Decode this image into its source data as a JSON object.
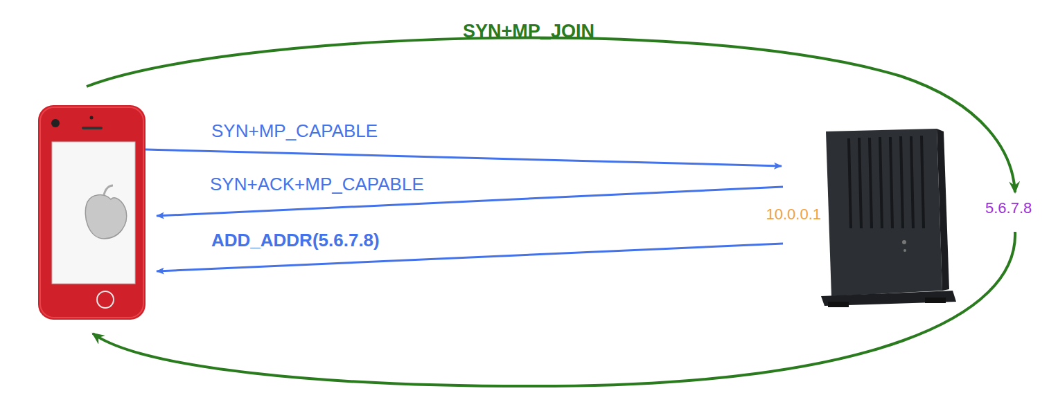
{
  "diagram": {
    "labels": [
      "SYN+MP_JOIN",
      "SYN+MP_CAPABLE",
      "SYN+ACK+MP_CAPABLE",
      "ADD_ADDR(5.6.7.8)",
      "10.0.0.1",
      "5.6.7.8"
    ]
  }
}
